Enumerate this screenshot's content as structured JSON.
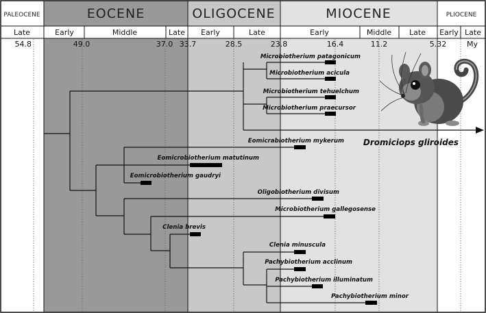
{
  "colors": {
    "eocene_band": "#999999",
    "oligocene_band": "#c8c8c8",
    "miocene_band": "#e2e2e2",
    "line": "#111111",
    "range_bar": "#000000",
    "mouse_body": "#4a4a4a",
    "mouse_fur": "#7a7a7a"
  },
  "header": {
    "epochs": [
      {
        "id": "paleocene",
        "label": "PALEOCENE"
      },
      {
        "id": "eocene",
        "label": "EOCENE"
      },
      {
        "id": "oligocene",
        "label": "OLIGOCENE"
      },
      {
        "id": "miocene",
        "label": "MIOCENE"
      },
      {
        "id": "pliocene",
        "label": "PLIOCENE"
      }
    ],
    "subdivisions": [
      "Late",
      "Early",
      "Middle",
      "Late",
      "Early",
      "Late",
      "Early",
      "Middle",
      "Late",
      "Early",
      "Late"
    ],
    "ages": [
      "54.8",
      "49.0",
      "37.0",
      "33.7",
      "28.5",
      "23.8",
      "16.4",
      "11.2",
      "5.32",
      "My"
    ]
  },
  "taxa": [
    {
      "id": "patagonicum",
      "label": "Microbiotherium patagonicum"
    },
    {
      "id": "acicula",
      "label": "Microbiotherium acicula"
    },
    {
      "id": "tehuelchum",
      "label": "Microbiotherium tehuelchum"
    },
    {
      "id": "praecursor",
      "label": "Microbiotherium praecursor"
    },
    {
      "id": "dromiciops",
      "label": "Dromiciops gliroides"
    },
    {
      "id": "mykerum",
      "label": "Eomicrabiotherium mykerum"
    },
    {
      "id": "matutinum",
      "label": "Eomicrobiotherium matutinum"
    },
    {
      "id": "gaudryi",
      "label": "Eomicrobiotherium gaudryi"
    },
    {
      "id": "divisum",
      "label": "Oligobiotherium divisum"
    },
    {
      "id": "gallegosense",
      "label": "Microbiotherium gallegosense"
    },
    {
      "id": "brevis",
      "label": "Clenia brevis"
    },
    {
      "id": "minuscula",
      "label": "Clenia minuscula"
    },
    {
      "id": "acclinum",
      "label": "Pachybiotherium acclinum"
    },
    {
      "id": "illuminatum",
      "label": "Pachybiotherium illuminatum"
    },
    {
      "id": "minor",
      "label": "Pachybiotherium minor"
    }
  ]
}
